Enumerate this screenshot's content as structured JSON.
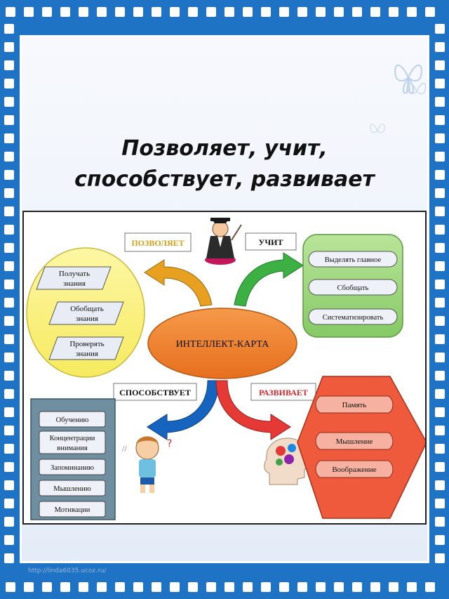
{
  "title": {
    "line1": "Позволяет, учит,",
    "line2": "способствует, развивает"
  },
  "diagram": {
    "center": "ИНТЕЛЛЕКТ-КАРТА",
    "branches": {
      "allows": "ПОЗВОЛЯЕТ",
      "teaches": "УЧИТ",
      "promotes": "СПОСОБСТВУЕТ",
      "develops": "РАЗВИВАЕТ"
    },
    "allows_items": [
      {
        "line1": "Получать",
        "line2": "знания"
      },
      {
        "line1": "Обобщать",
        "line2": "знания"
      },
      {
        "line1": "Проверять",
        "line2": "знания"
      }
    ],
    "teaches_items": [
      "Выделять главное",
      "Сбобщать",
      "Систематизировать"
    ],
    "promotes_items": [
      {
        "line1": "Обучению",
        "line2": ""
      },
      {
        "line1": "Концентрации",
        "line2": "внимания"
      },
      {
        "line1": "Запоминанию",
        "line2": ""
      },
      {
        "line1": "Мышлению",
        "line2": ""
      },
      {
        "line1": "Мотивации",
        "line2": ""
      }
    ],
    "develops_items": [
      "Память",
      "Мышление",
      "Воображение"
    ]
  },
  "watermark": "http://linda6035.ucoz.ru/",
  "colors": {
    "frame_blue": "#1f73c4",
    "yellow": "#fbf28a",
    "green": "#9bd67a",
    "orange": "#ee7d2e",
    "red": "#f05a3c",
    "slate": "#6f8fa0"
  },
  "icons": [
    "butterfly-icon",
    "teacher-icon",
    "boy-icon",
    "head-gears-icon"
  ]
}
